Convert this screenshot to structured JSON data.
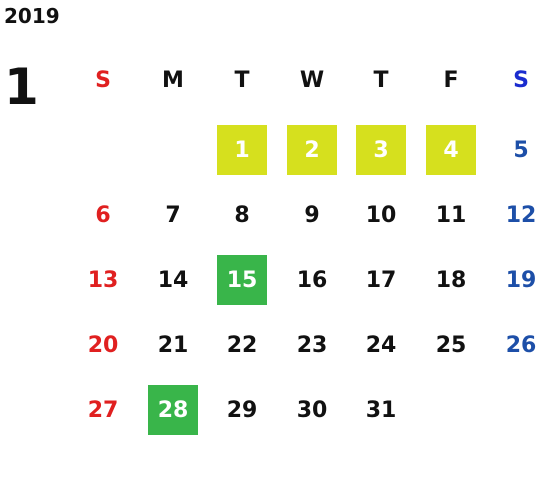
{
  "calendar": {
    "year": "2019",
    "month": "1",
    "weekday_headers": [
      "S",
      "M",
      "T",
      "W",
      "T",
      "F",
      "S"
    ],
    "weeks": [
      [
        "",
        "",
        "1",
        "2",
        "3",
        "4",
        "5"
      ],
      [
        "6",
        "7",
        "8",
        "9",
        "10",
        "11",
        "12"
      ],
      [
        "13",
        "14",
        "15",
        "16",
        "17",
        "18",
        "19"
      ],
      [
        "20",
        "21",
        "22",
        "23",
        "24",
        "25",
        "26"
      ],
      [
        "27",
        "28",
        "29",
        "30",
        "31",
        "",
        ""
      ]
    ],
    "highlight_yellow_days": [
      "1",
      "2",
      "3",
      "4"
    ],
    "highlight_green_days": [
      "15",
      "28"
    ]
  },
  "colors": {
    "sunday": "#e02020",
    "saturday": "#1d4fa8",
    "saturday_header": "#1a2ccf",
    "highlight_yellow": "#d6e01e",
    "highlight_green": "#39b54a"
  }
}
